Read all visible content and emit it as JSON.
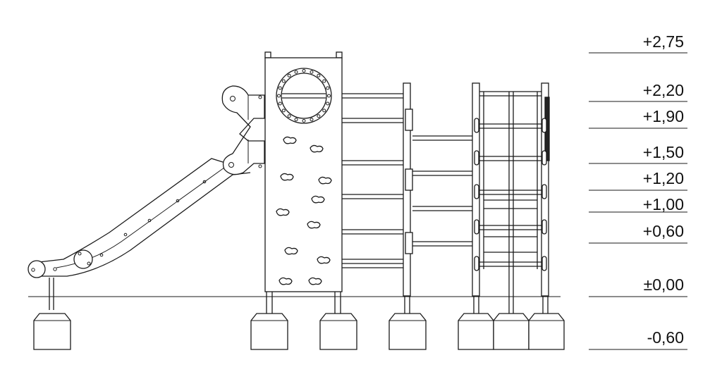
{
  "levels": [
    {
      "label": "+2,75"
    },
    {
      "label": "+2,20"
    },
    {
      "label": "+1,90"
    },
    {
      "label": "+1,50"
    },
    {
      "label": "+1,20"
    },
    {
      "label": "+1,00"
    },
    {
      "label": "+0,60"
    },
    {
      "label": "±0,00"
    },
    {
      "label": "-0,60"
    }
  ]
}
